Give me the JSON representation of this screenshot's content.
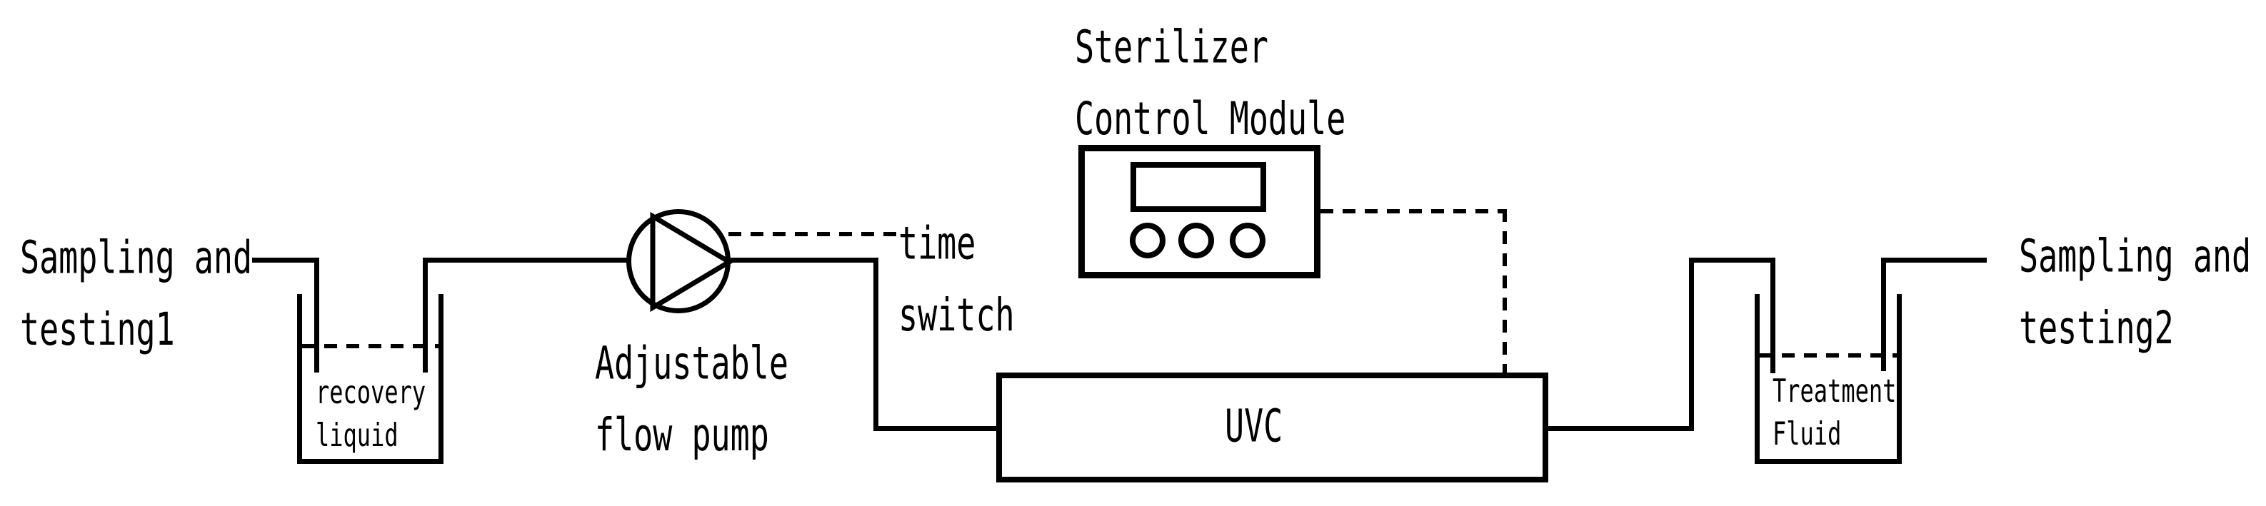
{
  "diagram": {
    "title": "UVC sterilization flow system schematic",
    "colors": {
      "line": "#000000",
      "background": "#ffffff"
    },
    "labels": {
      "sampling1": {
        "line1": "Sampling and",
        "line2": "testing1"
      },
      "recovery_tank": {
        "line1": "recovery",
        "line2": "liquid"
      },
      "pump": {
        "line1": "Adjustable",
        "line2": "flow pump"
      },
      "time_switch": {
        "line1": "time",
        "line2": "switch"
      },
      "control_module": {
        "line1": "Sterilizer",
        "line2": "Control Module"
      },
      "uvc": {
        "label": "UVC"
      },
      "treatment_tank": {
        "line1": "Treatment",
        "line2": "Fluid"
      },
      "sampling2": {
        "line1": "Sampling and",
        "line2": "testing2"
      }
    },
    "components": {
      "pump_symbol": "circle-with-right-triangle",
      "control_module_buttons": 3,
      "control_module_display": "blank-rectangle",
      "dashed_links": [
        "pump-to-time-switch",
        "module-to-uvc",
        "tank1-liquid-level",
        "tank2-liquid-level"
      ]
    }
  }
}
